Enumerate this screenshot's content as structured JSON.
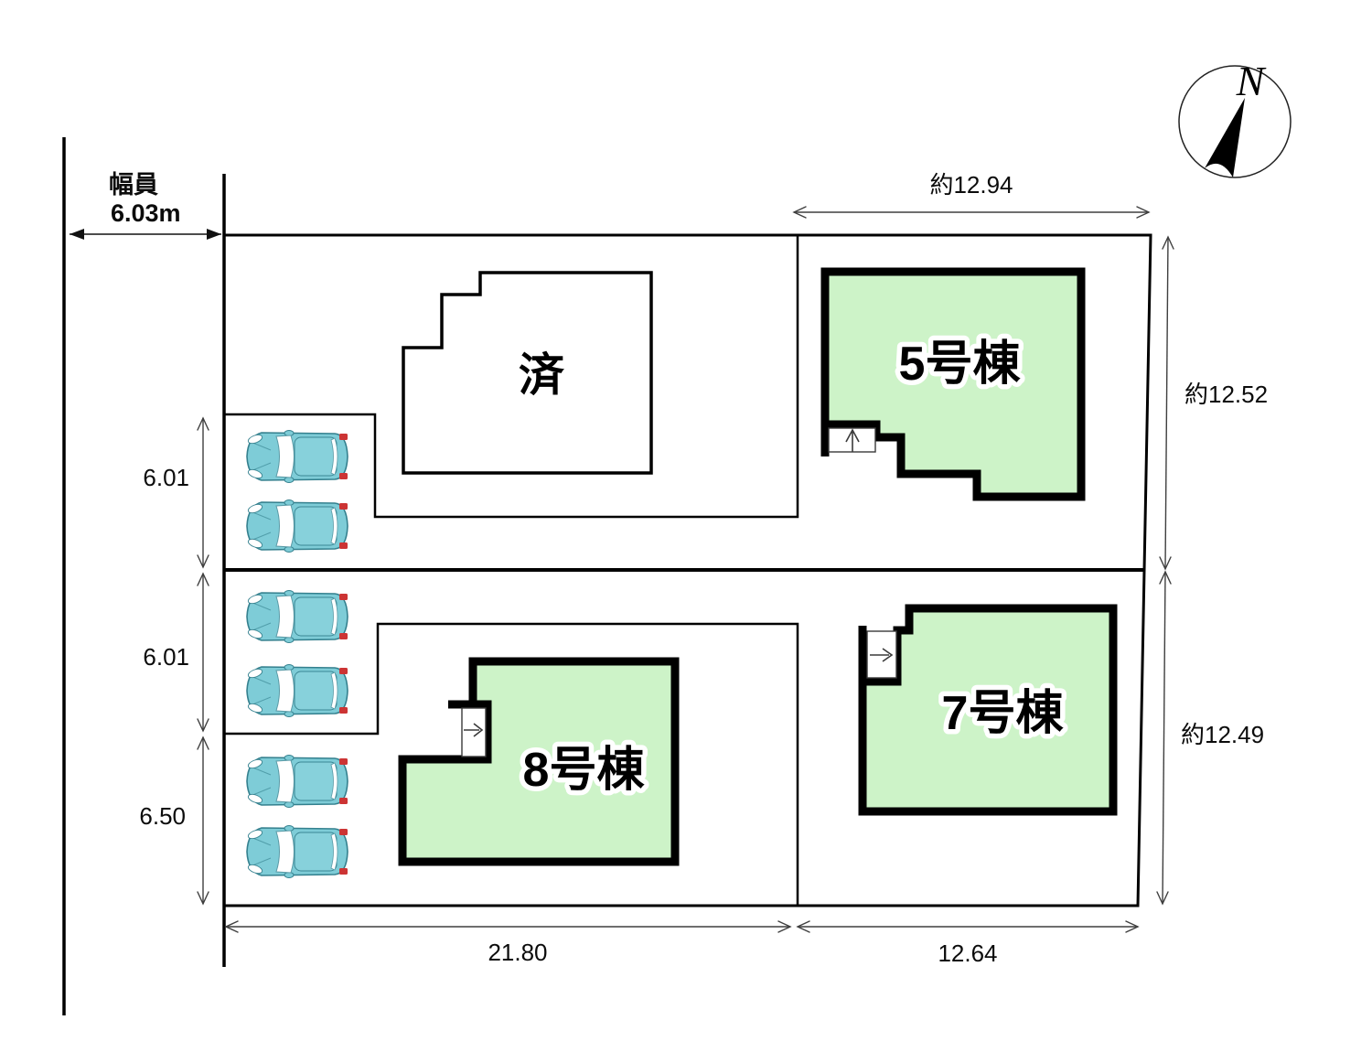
{
  "compass": {
    "north_label": "N"
  },
  "road": {
    "label": "幅員",
    "width": "6.03m"
  },
  "dimensions": {
    "top": "約12.94",
    "right_upper": "約12.52",
    "right_lower": "約12.49",
    "left_upper": "6.01",
    "left_middle": "6.01",
    "left_lower": "6.50",
    "bottom_left": "21.80",
    "bottom_right": "12.64"
  },
  "buildings": {
    "sold": {
      "label": "済"
    },
    "no5": {
      "label": "5号棟"
    },
    "no7": {
      "label": "7号棟"
    },
    "no8": {
      "label": "8号棟"
    }
  },
  "colors": {
    "building_fill": "#cdf3c8",
    "car_body": "#7eccd7",
    "car_outline": "#34808e",
    "taillight_red": "#cc3434",
    "line_black": "#000000",
    "dimension_gray": "#3f3f3f"
  }
}
